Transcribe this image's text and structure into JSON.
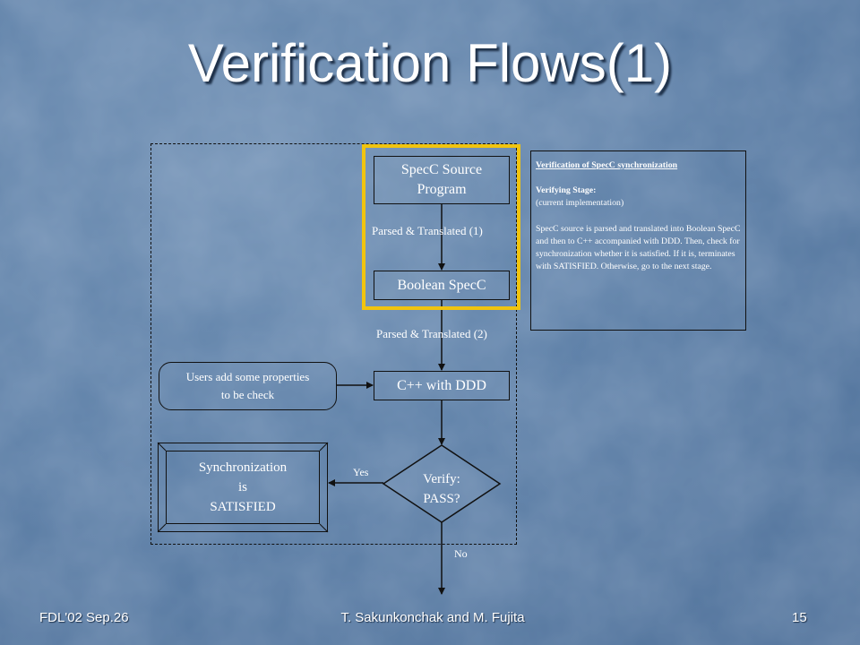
{
  "slide": {
    "title": "Verification Flows(1)",
    "footer": {
      "left": "FDL'02 Sep.26",
      "center": "T. Sakunkonchak and M. Fujita",
      "page": "15"
    }
  },
  "diagram": {
    "source_box": {
      "line1": "SpecC Source",
      "line2": "Program"
    },
    "step1_label": "Parsed & Translated (1)",
    "boolean_box": "Boolean SpecC",
    "step2_label": "Parsed & Translated (2)",
    "cpp_box": "C++ with DDD",
    "users_box": {
      "line1": "Users add some properties",
      "line2": "to be check"
    },
    "decision": {
      "line1": "Verify:",
      "line2": "PASS?"
    },
    "yes_label": "Yes",
    "no_label": "No",
    "sync_box": {
      "line1": "Synchronization",
      "line2": "is",
      "line3": "SATISFIED"
    }
  },
  "note": {
    "heading": "Verification of SpecC synchronization",
    "stage": "Verifying Stage:",
    "impl": "(current implementation)",
    "body": "SpecC source is parsed and translated into Boolean SpecC and then to C++ accompanied with DDD.  Then, check for synchronization whether it is satisfied. If it is, terminates with SATISFIED. Otherwise, go to the next stage."
  },
  "colors": {
    "background": "#5b7ea6",
    "highlight_frame": "#f1c40f",
    "text": "#ffffff",
    "lines": "#111111"
  }
}
